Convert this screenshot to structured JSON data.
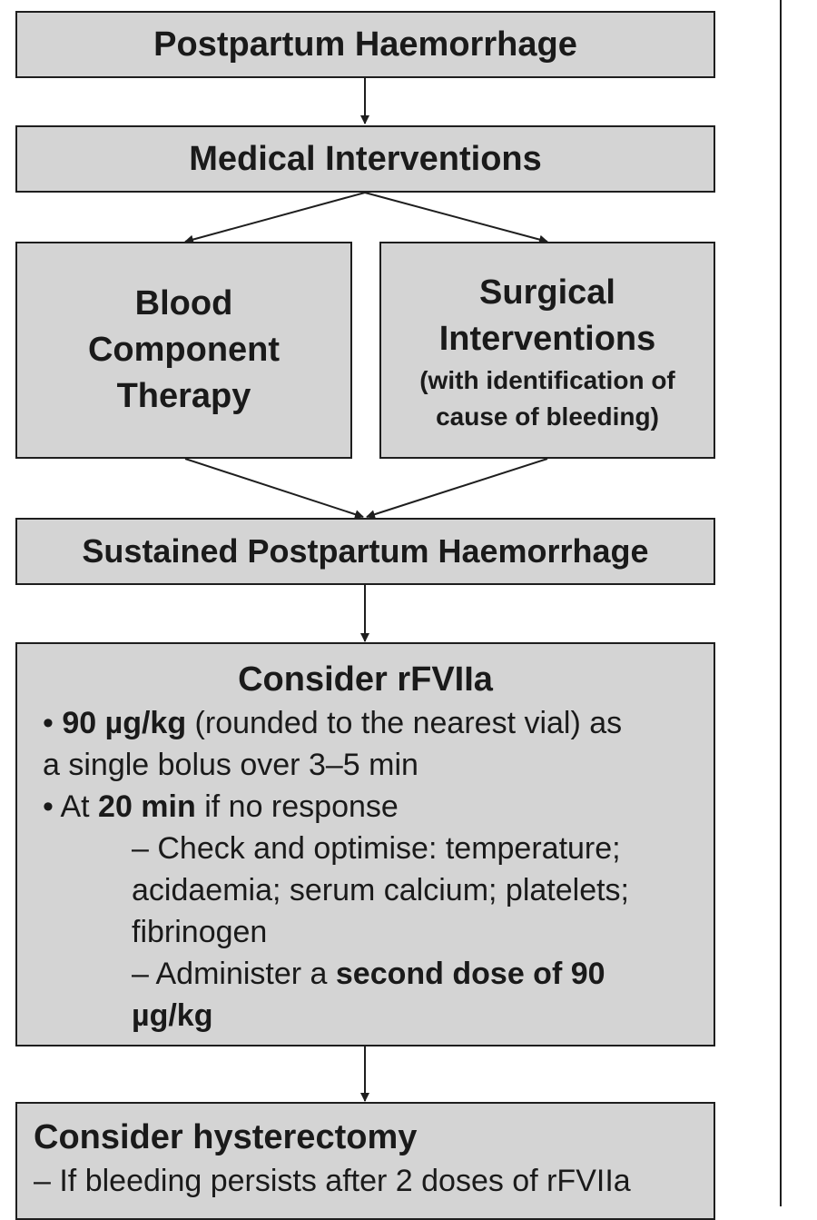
{
  "flowchart": {
    "start": "Postpartum Haemorrhage",
    "medical": "Medical Interventions",
    "blood": [
      "Blood",
      "Component",
      "Therapy"
    ],
    "surgical": {
      "title": [
        "Surgical",
        "Interventions"
      ],
      "note": [
        "(with identification of",
        "cause of bleeding)"
      ]
    },
    "sustained": "Sustained Postpartum Haemorrhage",
    "rfviia": {
      "title": "Consider rFVIIa",
      "b1_bullet": "• ",
      "b1_bold": "90 µg/kg",
      "b1_text": " (rounded to the nearest vial) as",
      "b1_text2": "a single bolus over 3–5 min",
      "b2_bullet": "• At ",
      "b2_bold": "20 min",
      "b2_text": " if no response",
      "sub1_l1": "– Check and optimise: temperature;",
      "sub1_l2": "acidaemia; serum calcium; platelets;",
      "sub1_l3": "fibrinogen",
      "sub2_text": "– Administer a ",
      "sub2_bold": "second dose of 90",
      "sub2_bold2": "µg/kg"
    },
    "hysterectomy": {
      "title": "Consider hysterectomy",
      "text": "– If bleeding persists after 2 doses of rFVIIa"
    }
  }
}
